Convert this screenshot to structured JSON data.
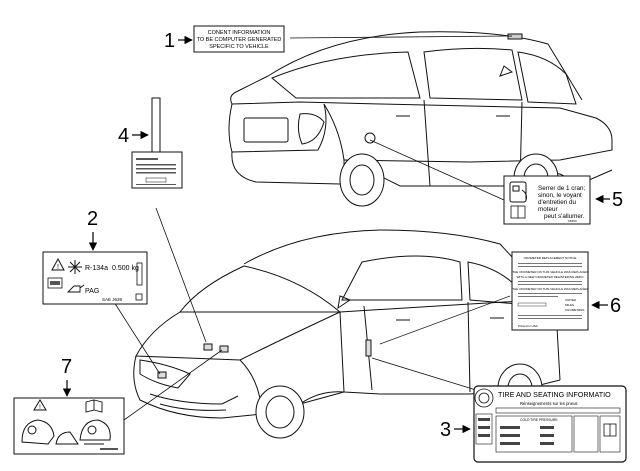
{
  "callouts": [
    "1",
    "2",
    "3",
    "4",
    "5",
    "6",
    "7"
  ],
  "label1": {
    "lines": [
      "CONENT INFORMATION",
      "TO BE COMPUTER GENERATED",
      "SPECIFIC TO VEHICLE"
    ]
  },
  "label2": {
    "refrigerant": "R-134a",
    "charge": "0.500 kg",
    "oil": "PAG",
    "standard": "SAE J639"
  },
  "label3": {
    "title": "TIRE AND SEATING INFORMATIO",
    "subtitle": "Rénseignements sur les pneus",
    "row_label": "COLD TIRE PRESSURE"
  },
  "label5": {
    "lines": [
      "Serrer de 1 cran;",
      "sinon, le voyant",
      "d'entretien du",
      "moteur",
      "peut s'allumer."
    ],
    "code": "xxxxx"
  },
  "label6": {
    "lines": [
      "ODOMETER REPLACEMENT NOTICE",
      "THE ODOMETER ON THIS VEHICLE WAS REPLACED",
      "WITH A NEW ODOMETER REGISTERING ZERO",
      "THE ODOMETER ON THIS VEHICLE WAS REPLACED",
      "UNITED",
      "MILES",
      "KILOMETRES"
    ],
    "footer": "Printed in USA"
  }
}
